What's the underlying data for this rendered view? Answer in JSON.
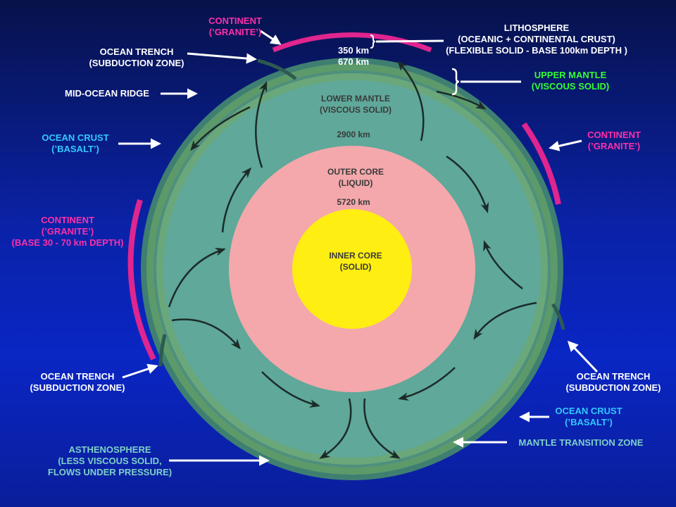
{
  "colors": {
    "background": "#0a22b4",
    "outer_shell": "#3f7f72",
    "crust_band": "#5c9a6a",
    "asthenosphere": "#6aa77a",
    "lower_mantle": "#5fa89a",
    "outer_core": "#f4a8ab",
    "inner_core": "#ffee11",
    "continent": "#e0258f",
    "pink_text": "#ff2fa8",
    "cyan_text": "#33c8ff",
    "green_text": "#33ff33"
  },
  "labels": {
    "continent_top": "CONTINENT\n(’GRANITE’)",
    "lithosphere": "LITHOSPHERE\n(OCEANIC + CONTINENTAL CRUST)\n(FLEXIBLE SOLID - BASE 100km DEPTH )",
    "ocean_trench_top": "OCEAN TRENCH\n(SUBDUCTION ZONE)",
    "upper_mantle": "UPPER MANTLE\n(VISCOUS SOLID)",
    "mid_ocean_ridge": "MID-OCEAN RIDGE",
    "continent_right": "CONTINENT\n(’GRANITE’)",
    "ocean_crust_left": "OCEAN CRUST\n(’BASALT’)",
    "continent_left": "CONTINENT\n(’GRANITE’)\n(BASE 30 - 70 km DEPTH)",
    "ocean_trench_left": "OCEAN TRENCH\n(SUBDUCTION ZONE)",
    "ocean_trench_right": "OCEAN TRENCH\n(SUBDUCTION ZONE)",
    "ocean_crust_right": "OCEAN CRUST\n(’BASALT’)",
    "mantle_transition": "MANTLE TRANSITION ZONE",
    "asthenosphere": "ASTHENOSPHERE\n(LESS VISCOUS SOLID,\nFLOWS UNDER PRESSURE)"
  },
  "depths": {
    "d350": "350 km",
    "d670": "670 km",
    "d2900": "2900 km",
    "d5720": "5720 km"
  },
  "layers": {
    "lower_mantle": "LOWER MANTLE\n(VISCOUS SOLID)",
    "outer_core": "OUTER CORE\n(LIQUID)",
    "inner_core": "INNER CORE\n(SOLID)"
  }
}
